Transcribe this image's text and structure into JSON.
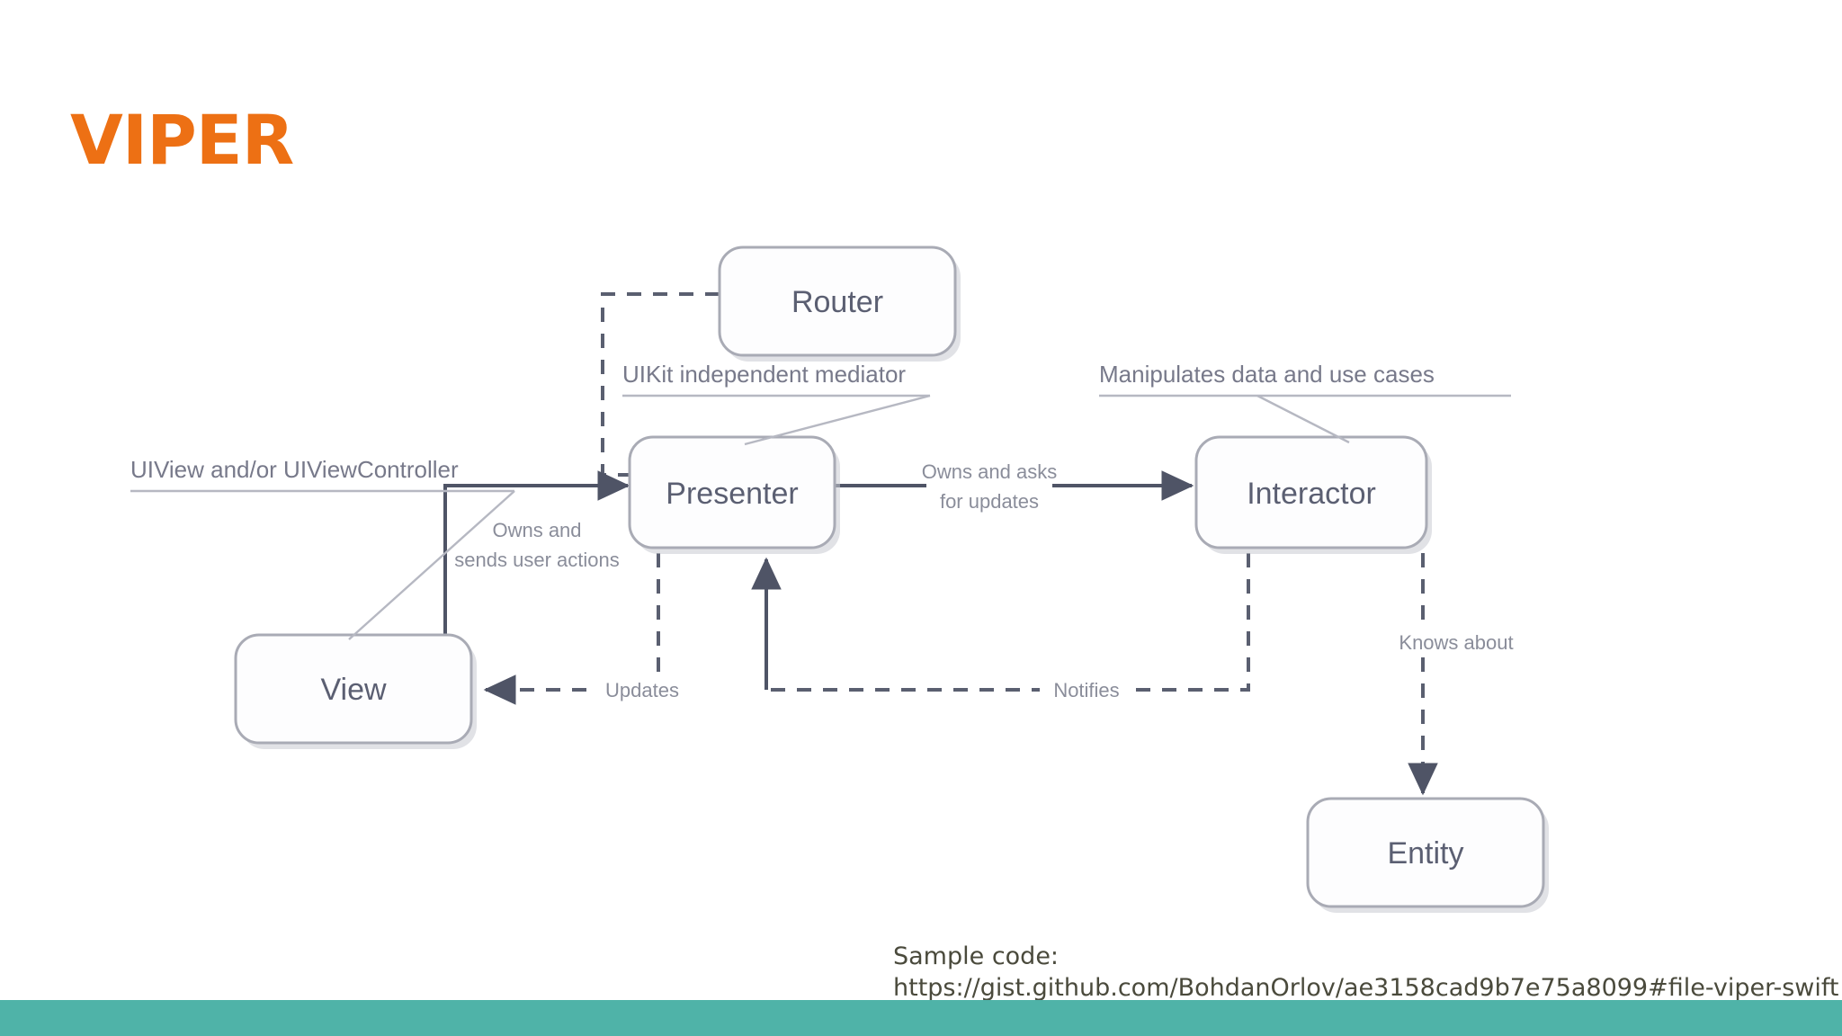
{
  "slide": {
    "title": "VIPER",
    "title_color": "#ED7014",
    "background_color": "#FFFFFF",
    "footer_bar_color": "#4FB3A8"
  },
  "diagram": {
    "type": "architecture-flow",
    "nodes": [
      {
        "id": "router",
        "label": "Router"
      },
      {
        "id": "presenter",
        "label": "Presenter"
      },
      {
        "id": "interactor",
        "label": "Interactor"
      },
      {
        "id": "view",
        "label": "View"
      },
      {
        "id": "entity",
        "label": "Entity"
      }
    ],
    "edge_labels": {
      "owns_and": "Owns and",
      "sends_user_actions": "sends user actions",
      "owns_and_asks": "Owns and asks",
      "for_updates": "for updates",
      "updates": "Updates",
      "notifies": "Notifies",
      "knows_about": "Knows about"
    },
    "annotations": {
      "view_note": "UIView and/or UIViewController",
      "presenter_note": "UIKit independent mediator",
      "interactor_note": "Manipulates data and use cases"
    },
    "edges": [
      {
        "from": "router",
        "to": "presenter",
        "style": "dashed",
        "label": ""
      },
      {
        "from": "view",
        "to": "presenter",
        "style": "solid",
        "label": "Owns and sends user actions"
      },
      {
        "from": "presenter",
        "to": "interactor",
        "style": "solid",
        "label": "Owns and asks for updates"
      },
      {
        "from": "presenter",
        "to": "view",
        "style": "dashed",
        "label": "Updates"
      },
      {
        "from": "interactor",
        "to": "presenter",
        "style": "dashed",
        "label": "Notifies"
      },
      {
        "from": "interactor",
        "to": "entity",
        "style": "dashed",
        "label": "Knows about"
      }
    ]
  },
  "credit": {
    "line1": "Sample code:",
    "line2": "https://gist.github.com/BohdanOrlov/ae3158cad9b7e75a8099#file-viper-swift"
  }
}
